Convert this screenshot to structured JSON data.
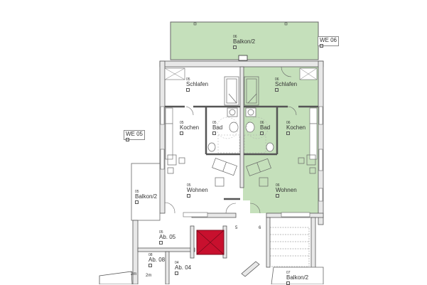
{
  "plan": {
    "colors": {
      "unit06_fill": "#c5e0bb",
      "elevator_fill": "#c8102e",
      "wall": "#555555",
      "wall_fill": "#e8e8e8",
      "fixture_line": "#777777"
    },
    "unit_tags": [
      {
        "id": "we06",
        "label": "WE 06"
      },
      {
        "id": "we05",
        "label": "WE 05"
      }
    ],
    "rooms": [
      {
        "id": "balkon06",
        "num": "06",
        "name": "Balkon/2"
      },
      {
        "id": "schlafen05",
        "num": "05",
        "name": "Schlafen"
      },
      {
        "id": "schlafen06",
        "num": "06",
        "name": "Schlafen"
      },
      {
        "id": "kochen05",
        "num": "05",
        "name": "Kochen"
      },
      {
        "id": "bad05",
        "num": "05",
        "name": "Bad"
      },
      {
        "id": "bad06",
        "num": "06",
        "name": "Bad"
      },
      {
        "id": "kochen06",
        "num": "06",
        "name": "Kochen"
      },
      {
        "id": "balkon05",
        "num": "05",
        "name": "Balkon/2"
      },
      {
        "id": "wohnen05",
        "num": "05",
        "name": "Wohnen"
      },
      {
        "id": "wohnen06",
        "num": "06",
        "name": "Wohnen"
      },
      {
        "id": "ab05",
        "num": "05",
        "name": "Ab. 05"
      },
      {
        "id": "ab08",
        "num": "08",
        "name": "Ab. 08"
      },
      {
        "id": "ab04",
        "num": "04",
        "name": "Ab. 04"
      },
      {
        "id": "balkon07",
        "num": "07",
        "name": "Balkon/2"
      }
    ],
    "markers": {
      "door5": "5",
      "door6": "6",
      "dim_2m_a": "2m",
      "dim_2m_b": "2m"
    }
  }
}
